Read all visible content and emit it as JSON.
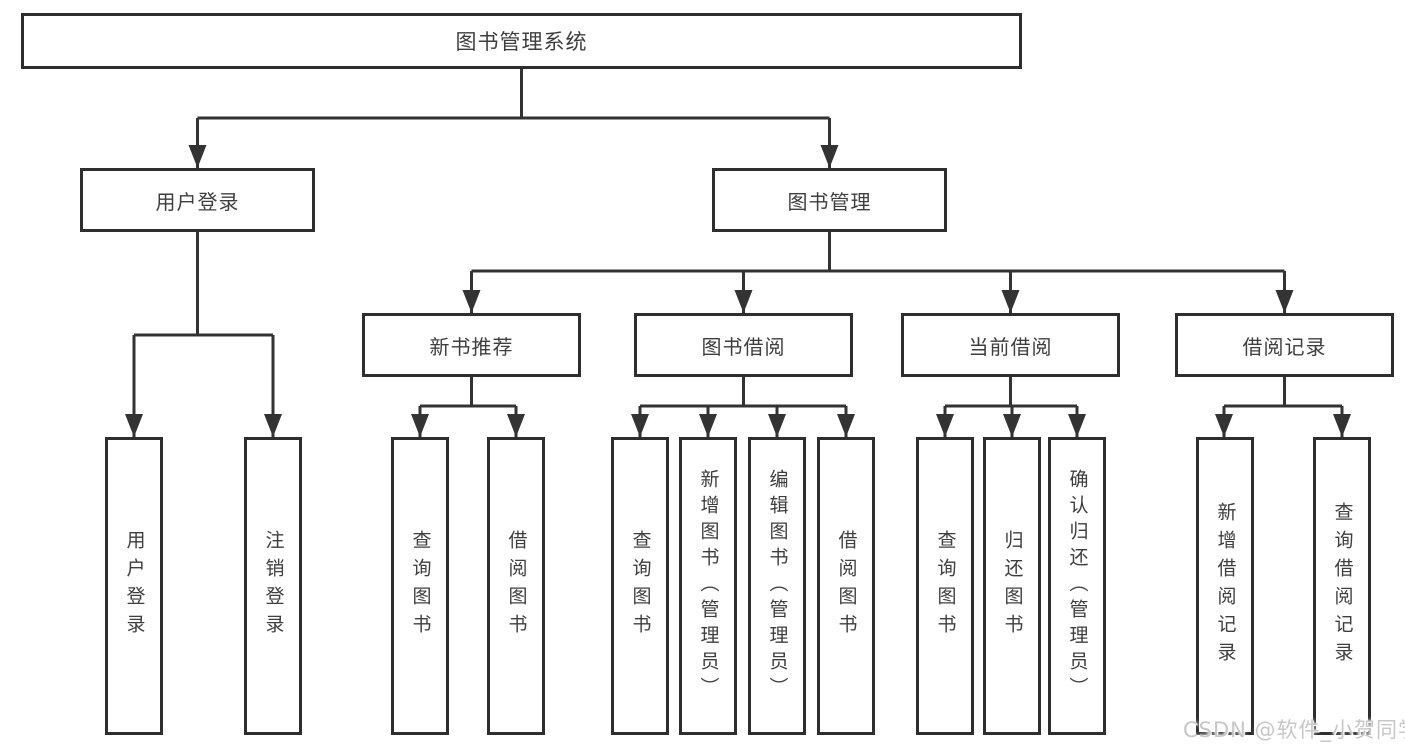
{
  "colors": {
    "line": "#333333",
    "box_border": "#2e2e2e",
    "box_text": "#3e3e3e",
    "watermark_text": "#c7c7c7",
    "background": "#ffffff"
  },
  "tree": {
    "root": {
      "label": "图书管理系统"
    },
    "user_login": {
      "label": "用户登录",
      "children": [
        {
          "label": "用户登录"
        },
        {
          "label": "注销登录"
        }
      ]
    },
    "book_mgmt": {
      "label": "图书管理",
      "children": [
        {
          "label": "新书推荐",
          "children": [
            {
              "label": "查询图书"
            },
            {
              "label": "借阅图书"
            }
          ]
        },
        {
          "label": "图书借阅",
          "children": [
            {
              "label": "查询图书"
            },
            {
              "label": "新增图书（管理员）"
            },
            {
              "label": "编辑图书（管理员）"
            },
            {
              "label": "借阅图书"
            }
          ]
        },
        {
          "label": "当前借阅",
          "children": [
            {
              "label": "查询图书"
            },
            {
              "label": "归还图书"
            },
            {
              "label": "确认归还（管理员）"
            }
          ]
        },
        {
          "label": "借阅记录",
          "children": [
            {
              "label": "新增借阅记录"
            },
            {
              "label": "查询借阅记录"
            }
          ]
        }
      ]
    }
  },
  "watermark": {
    "label": "CSDN @软件_小贺同学"
  }
}
